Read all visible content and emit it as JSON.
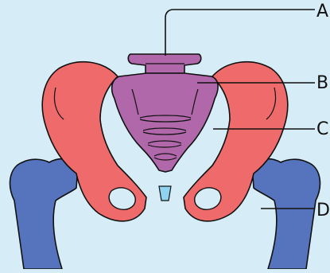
{
  "diagram": {
    "labels": {
      "a": "A",
      "b": "B",
      "c": "C",
      "d": "D"
    },
    "colors": {
      "background": "#d6edf8",
      "sacrum": "#b168ab",
      "hip_bone": "#ef6b6b",
      "femur": "#5674bd",
      "symphysis": "#8fd3f0",
      "outline": "#111111"
    }
  }
}
